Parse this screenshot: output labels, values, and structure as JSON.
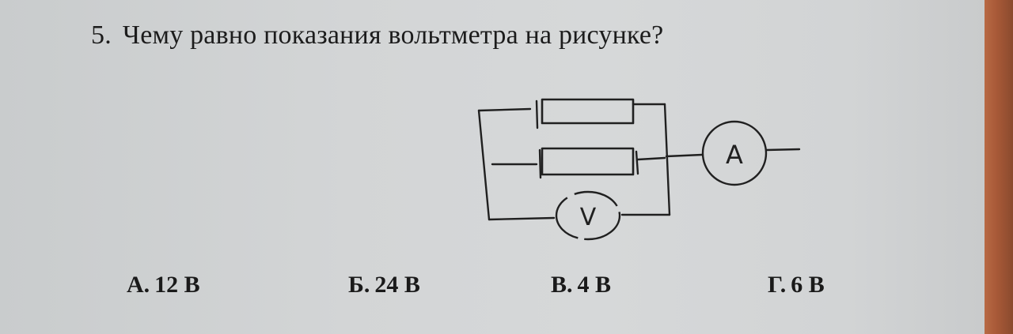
{
  "question": {
    "number": "5.",
    "text": "Чему равно показания вольтметра на рисунке?"
  },
  "circuit": {
    "ammeter_label": "A",
    "voltmeter_label": "V"
  },
  "answers": [
    {
      "letter": "А.",
      "value": "12 В"
    },
    {
      "letter": "Б.",
      "value": "24 В"
    },
    {
      "letter": "В.",
      "value": "4 В"
    },
    {
      "letter": "Г.",
      "value": "6 В"
    }
  ]
}
